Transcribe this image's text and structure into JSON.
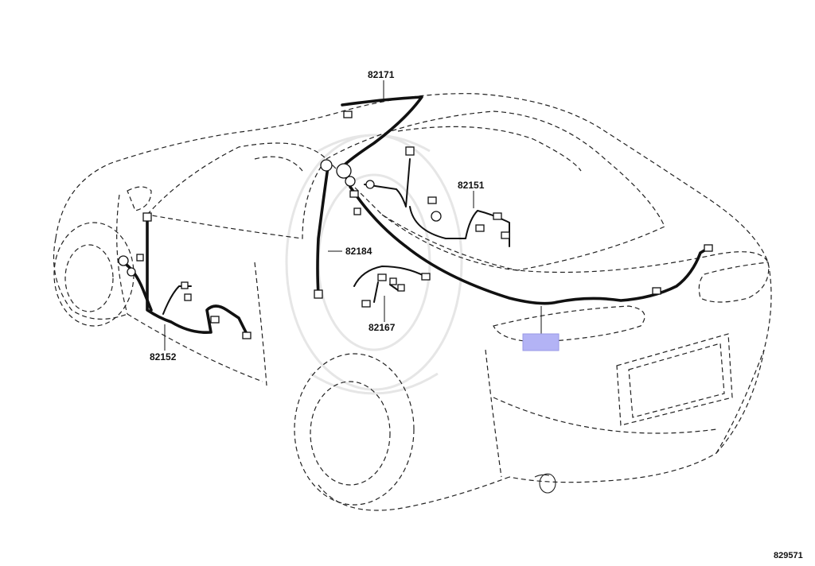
{
  "diagram": {
    "part_labels": [
      "82171",
      "82151",
      "82184",
      "82167",
      "82152"
    ],
    "highlight_color": "#b3b3f5",
    "catalog_number": "829571"
  }
}
